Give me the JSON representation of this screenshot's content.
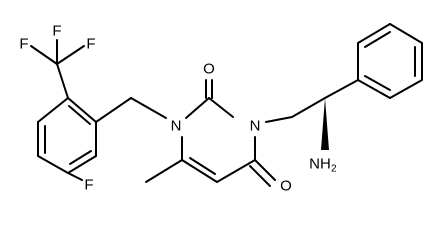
{
  "molecule": {
    "atoms": {
      "F1": "F",
      "F2": "F",
      "F3": "F",
      "F4": "F",
      "N1": "N",
      "N3": "N",
      "O2": "O",
      "O4": "O",
      "NH2": "NH",
      "NH2_sub": "2"
    }
  }
}
